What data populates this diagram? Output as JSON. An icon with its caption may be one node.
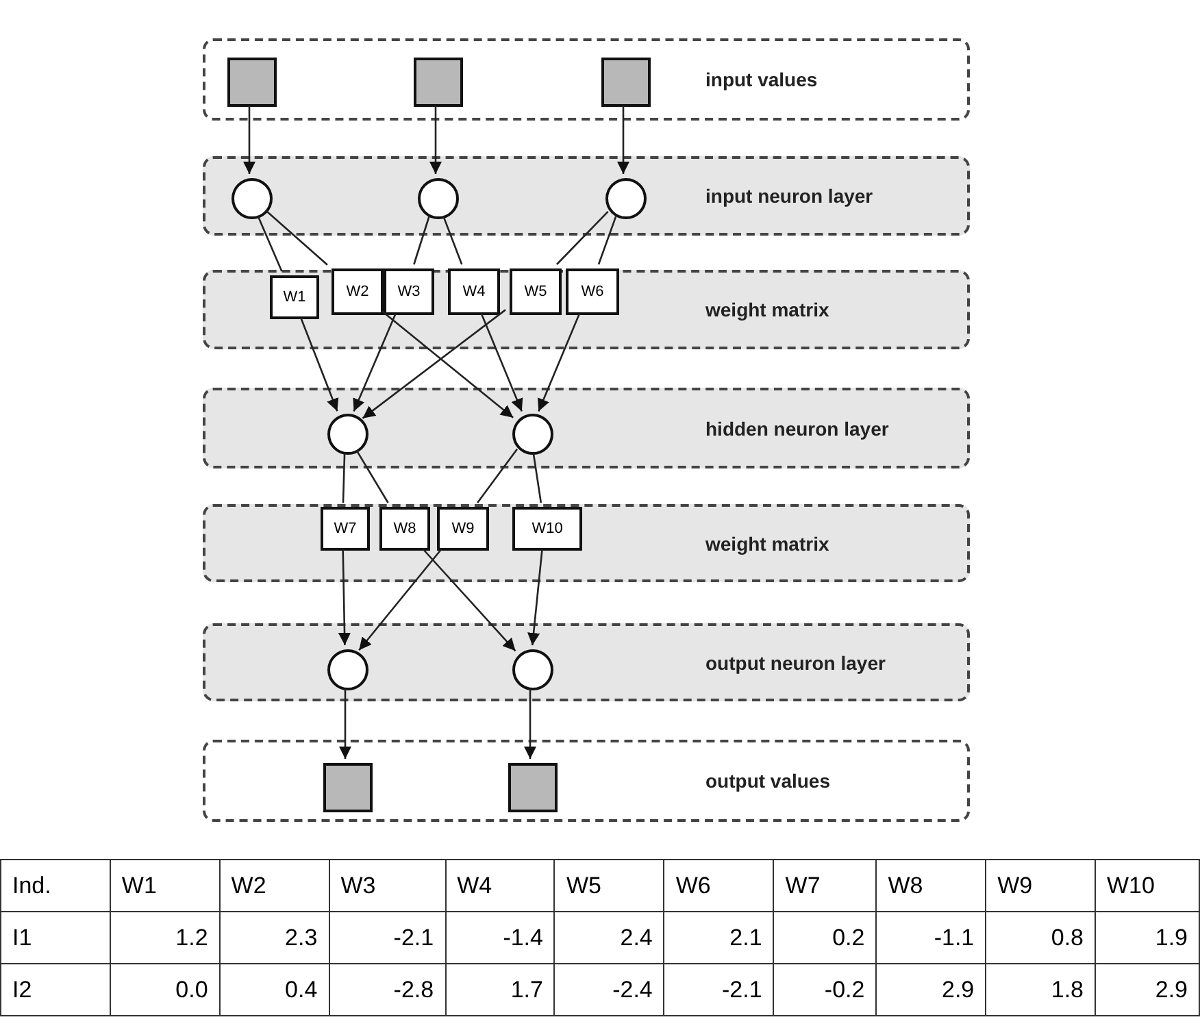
{
  "diagram": {
    "nodes": [
      {
        "text": [
          "input values"
        ]
      },
      {
        "text": [
          "input neuron layer"
        ]
      },
      {
        "text": [
          "weight matrix"
        ]
      },
      {
        "text": [
          "hidden neuron layer"
        ]
      },
      {
        "text": [
          "weight matrix"
        ]
      },
      {
        "text": [
          "output neuron layer"
        ]
      },
      {
        "text": [
          "output values"
        ]
      },
      {
        "text": [],
        "shape": "box",
        "in": 0
      },
      {
        "text": [],
        "shape": "box",
        "in": 0
      },
      {
        "text": [],
        "shape": "box",
        "in": 0
      },
      {
        "text": [],
        "shape": "circle",
        "in": 1
      },
      {
        "text": [],
        "shape": "circle",
        "in": 1
      },
      {
        "text": [],
        "shape": "circle",
        "in": 1
      },
      {
        "text": [
          "W1"
        ],
        "in": 2
      },
      {
        "text": [
          "W2"
        ],
        "in": 2
      },
      {
        "text": [
          "W3"
        ],
        "in": 2
      },
      {
        "text": [
          "W4"
        ],
        "in": 2
      },
      {
        "text": [
          "W5"
        ],
        "in": 2
      },
      {
        "text": [
          "W6"
        ],
        "in": 2
      },
      {
        "text": [],
        "shape": "circle",
        "in": 3
      },
      {
        "text": [],
        "shape": "circle",
        "in": 3
      },
      {
        "text": [
          "W7"
        ],
        "in": 4
      },
      {
        "text": [
          "W8"
        ],
        "in": 4
      },
      {
        "text": [
          "W9"
        ],
        "in": 4
      },
      {
        "text": [
          "W10"
        ],
        "in": 4
      },
      {
        "text": [],
        "shape": "circle",
        "in": 5
      },
      {
        "text": [],
        "shape": "circle",
        "in": 5
      },
      {
        "text": [],
        "shape": "box",
        "in": 6
      },
      {
        "text": [],
        "shape": "box",
        "in": 6
      }
    ],
    "edges": [
      {
        "from": 7,
        "to": 10,
        "arrow": "to"
      },
      {
        "from": 8,
        "to": 11,
        "arrow": "to"
      },
      {
        "from": 9,
        "to": 12,
        "arrow": "to"
      },
      {
        "from": 10,
        "to": 13,
        "arrow": "none"
      },
      {
        "from": 10,
        "to": 14,
        "arrow": "none"
      },
      {
        "from": 11,
        "to": 15,
        "arrow": "none"
      },
      {
        "from": 11,
        "to": 16,
        "arrow": "none"
      },
      {
        "from": 12,
        "to": 17,
        "arrow": "none"
      },
      {
        "from": 12,
        "to": 18,
        "arrow": "none"
      },
      {
        "from": 13,
        "to": 19,
        "arrow": "to"
      },
      {
        "from": 14,
        "to": 20,
        "arrow": "to"
      },
      {
        "from": 15,
        "to": 19,
        "arrow": "to"
      },
      {
        "from": 16,
        "to": 20,
        "arrow": "to"
      },
      {
        "from": 17,
        "to": 19,
        "arrow": "to"
      },
      {
        "from": 18,
        "to": 20,
        "arrow": "to"
      },
      {
        "from": 19,
        "to": 21,
        "arrow": "none"
      },
      {
        "from": 19,
        "to": 22,
        "arrow": "none"
      },
      {
        "from": 20,
        "to": 23,
        "arrow": "none"
      },
      {
        "from": 20,
        "to": 24,
        "arrow": "none"
      },
      {
        "from": 21,
        "to": 25,
        "arrow": "to"
      },
      {
        "from": 22,
        "to": 26,
        "arrow": "to"
      },
      {
        "from": 23,
        "to": 25,
        "arrow": "to"
      },
      {
        "from": 24,
        "to": 26,
        "arrow": "to"
      },
      {
        "from": 25,
        "to": 27,
        "arrow": "to"
      },
      {
        "from": 26,
        "to": 28,
        "arrow": "to"
      }
    ],
    "labels": [
      "Ind.",
      "W1",
      "W2",
      "W3",
      "W4",
      "W5",
      "W6",
      "W7",
      "W8",
      "W9",
      "W10",
      "I1",
      "1.2",
      "2.3",
      "-2.1",
      "-1.4",
      "2.4",
      "2.1",
      "0.2",
      "-1.1",
      "0.8",
      "1.9",
      "I2",
      "0.0",
      "0.4",
      "-2.8",
      "1.7",
      "-2.4",
      "-2.1",
      "-0.2",
      "2.9",
      "1.8",
      "2.9"
    ]
  }
}
